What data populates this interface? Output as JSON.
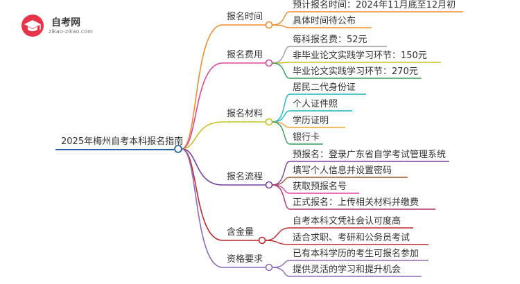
{
  "logo": {
    "name": "自考网",
    "url": "zikao-zikao.com"
  },
  "root": {
    "label": "2025年梅州自考本科报名指南",
    "color": "#2563a8"
  },
  "branches": [
    {
      "label": "报名时间",
      "color": "#f28c28",
      "children": [
        "预计报名时间：2024年11月底至12月初",
        "具体时间待公布"
      ]
    },
    {
      "label": "报名费用",
      "color": "#e0449a",
      "children": [
        "每科报名费：52元",
        "非毕业论文实践学习环节：150元",
        "毕业论文实践学习环节：270元"
      ],
      "childColors": [
        "#9e9e9e",
        "#c9c020",
        "#2e9e5b"
      ]
    },
    {
      "label": "报名材料",
      "color": "#c9c020",
      "children": [
        "居民二代身份证",
        "个人证件照",
        "学历证明",
        "银行卡"
      ],
      "childColors": [
        "#19b4c9",
        "#19b4c9",
        "#f0a030",
        "#2e9e5b"
      ]
    },
    {
      "label": "报名流程",
      "color": "#7b3fa0",
      "children": [
        "预报名：登录广东省自学考试管理系统",
        "填写个人信息并设置密码",
        "获取预报名号",
        "正式报名：上传相关材料并缴费"
      ],
      "childColors": [
        "#7b3fa0",
        "#a0522d",
        "#e0449a",
        "#b0306a"
      ]
    },
    {
      "label": "含金量",
      "color": "#c0272d",
      "children": [
        "自考本科文凭社会认可度高",
        "适合求职、考研和公务员考试"
      ]
    },
    {
      "label": "资格要求",
      "color": "#8e6bbf",
      "children": [
        "已有本科学历的考生可报名参加",
        "提供灵活的学习和提升机会"
      ]
    }
  ]
}
